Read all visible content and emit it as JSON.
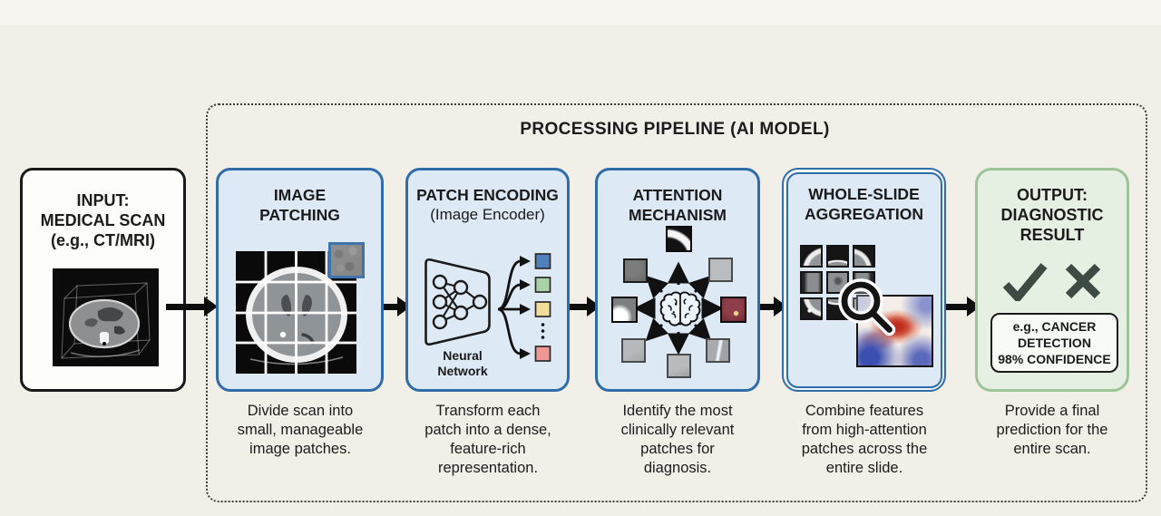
{
  "pipeline_title": "PROCESSING PIPELINE (AI MODEL)",
  "input_box": {
    "title": "INPUT:\nMEDICAL SCAN\n(e.g., CT/MRI)"
  },
  "stages": [
    {
      "title": "IMAGE\nPATCHING",
      "caption": "Divide scan into\nsmall, manageable\nimage patches."
    },
    {
      "title": "PATCH ENCODING",
      "subtitle": "(Image Encoder)",
      "icon_label": "Neural\nNetwork",
      "caption": "Transform each\npatch into a dense,\nfeature-rich\nrepresentation."
    },
    {
      "title": "ATTENTION\nMECHANISM",
      "caption": "Identify the most\nclinically relevant\npatches for\ndiagnosis."
    },
    {
      "title": "WHOLE-SLIDE\nAGGREGATION",
      "caption": "Combine features\nfrom high-attention\npatches across the\nentire slide."
    },
    {
      "title": "OUTPUT:\nDIAGNOSTIC\nRESULT",
      "result_label": "e.g., CANCER\nDETECTION\n98% CONFIDENCE",
      "caption": "Provide a final\nprediction for the\nentire scan."
    }
  ],
  "colors": {
    "background": "#f2efe8",
    "stage_fill": "#dde9f5",
    "stage_border": "#2f6ca8",
    "input_border": "#1a1a1a",
    "output_fill": "#e5efe2",
    "output_border": "#9cc497",
    "flow_arrow": "#0d0d0d",
    "feature_vector": [
      "#5081bd",
      "#a9d3a6",
      "#f2dd99",
      "#ee9694"
    ],
    "attention_highlight": "#8e3e4a",
    "heatmap_hot": "#bf2e1d",
    "heatmap_cold": "#3b4fb0",
    "result_mark": "#3d4b44"
  }
}
